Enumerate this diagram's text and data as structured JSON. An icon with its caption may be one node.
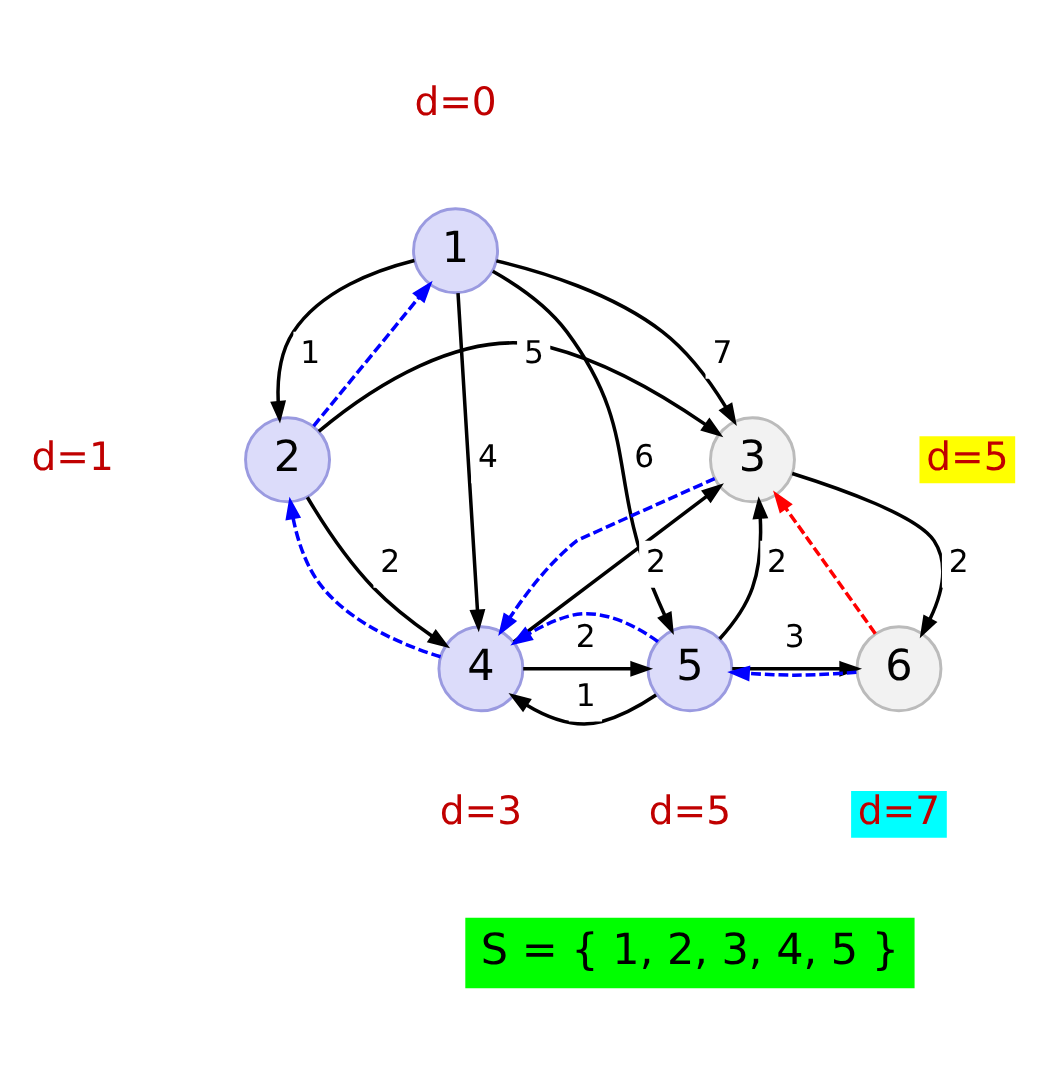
{
  "diagram": {
    "nodes": [
      {
        "text": [
          "1"
        ],
        "beside": [
          "d=0"
        ]
      },
      {
        "text": [
          "2"
        ],
        "beside": [
          "d=1"
        ]
      },
      {
        "text": [
          "3"
        ],
        "beside": [
          "d=5"
        ]
      },
      {
        "text": [
          "4"
        ],
        "beside": [
          "d=3"
        ]
      },
      {
        "text": [
          "5"
        ],
        "beside": [
          "d=5"
        ]
      },
      {
        "text": [
          "6"
        ],
        "beside": [
          "d=7"
        ]
      }
    ],
    "edges": [
      {
        "from": 0,
        "to": 1,
        "arrow": "to",
        "label": "1"
      },
      {
        "from": 0,
        "to": 3,
        "arrow": "to",
        "label": "4"
      },
      {
        "from": 0,
        "to": 4,
        "arrow": "to",
        "label": "6"
      },
      {
        "from": 0,
        "to": 2,
        "arrow": "to",
        "label": "7"
      },
      {
        "from": 1,
        "to": 2,
        "arrow": "to",
        "label": "5"
      },
      {
        "from": 1,
        "to": 3,
        "arrow": "to",
        "label": "2"
      },
      {
        "from": 3,
        "to": 2,
        "arrow": "to",
        "label": "2"
      },
      {
        "from": 3,
        "to": 4,
        "arrow": "to",
        "label": "2"
      },
      {
        "from": 4,
        "to": 3,
        "arrow": "to",
        "label": "1"
      },
      {
        "from": 4,
        "to": 2,
        "arrow": "to",
        "label": "2"
      },
      {
        "from": 4,
        "to": 5,
        "arrow": "to",
        "label": "3"
      },
      {
        "from": 2,
        "to": 5,
        "arrow": "to",
        "label": "2"
      },
      {
        "from": 1,
        "to": 0,
        "arrow": "to",
        "style": "dashed",
        "color": "#0000ff"
      },
      {
        "from": 3,
        "to": 1,
        "arrow": "to",
        "style": "dashed",
        "color": "#0000ff"
      },
      {
        "from": 2,
        "to": 3,
        "arrow": "to",
        "style": "dashed",
        "color": "#0000ff"
      },
      {
        "from": 4,
        "to": 3,
        "arrow": "to",
        "style": "dashed",
        "color": "#0000ff"
      },
      {
        "from": 5,
        "to": 4,
        "arrow": "to",
        "style": "dashed",
        "color": "#0000ff"
      },
      {
        "from": 5,
        "to": 2,
        "arrow": "to",
        "style": "dashed",
        "color": "#ff0000"
      }
    ],
    "labels": [
      "S = { 1, 2, 3, 4, 5 }"
    ]
  }
}
